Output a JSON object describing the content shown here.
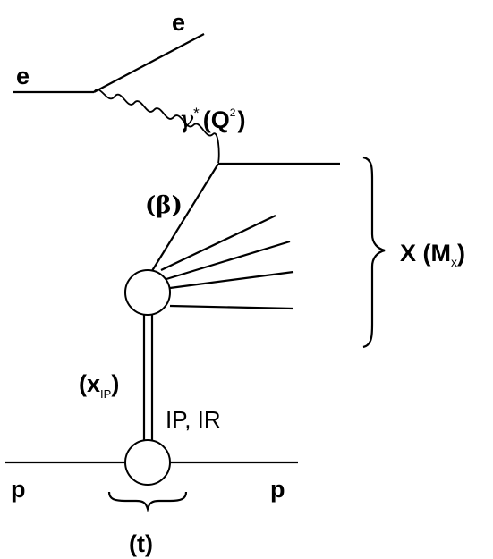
{
  "labels": {
    "e_in": "e",
    "e_out": "e",
    "photon_symbol": "γ",
    "photon_star": "*",
    "photon_q": "(Q",
    "photon_q_sup": "2",
    "photon_q_close": ")",
    "beta": "(β)",
    "system_x": "X (M",
    "system_x_sub": "x",
    "system_x_close": ")",
    "xpom_open": "(x",
    "xpom_sub": "IP",
    "xpom_close": ")",
    "exchange": "IP, IR",
    "p_in": "p",
    "p_out": "p",
    "t": "(t)"
  }
}
